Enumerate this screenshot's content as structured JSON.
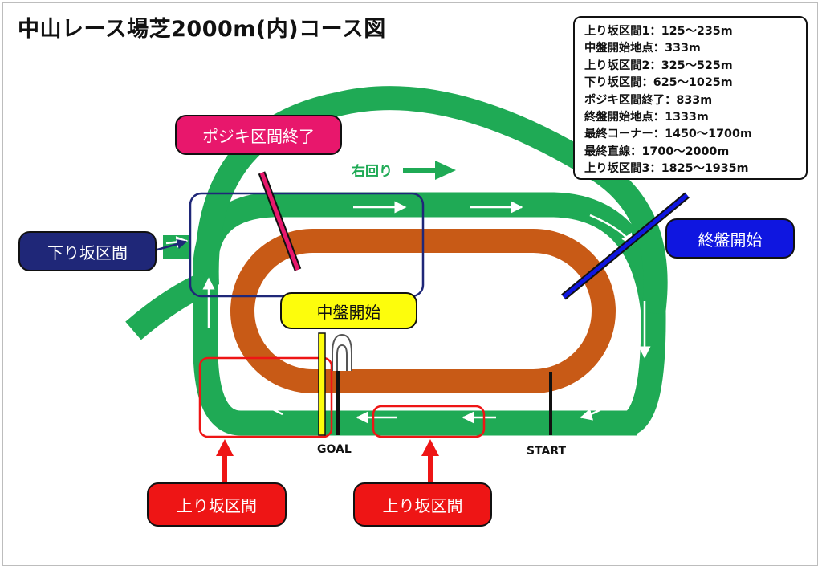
{
  "title": "中山レース場芝2000m(内)コース図",
  "info_lines": [
    "上り坂区間1：125～235m",
    "中盤開始地点：333m",
    "上り坂区間2：325～525m",
    "下り坂区間：625～1025m",
    "ポジキ区間終了：833m",
    "終盤開始地点：1333m",
    "最終コーナー：1450～1700m",
    "最終直線：1700～2000m",
    "上り坂区間3：1825～1935m"
  ],
  "callouts": {
    "pojiki_end": "ポジキ区間終了",
    "downhill": "下り坂区間",
    "late_start": "終盤開始",
    "mid_start": "中盤開始",
    "uphill_1": "上り坂区間",
    "uphill_2": "上り坂区間"
  },
  "track_labels": {
    "goal": "GOAL",
    "start": "START",
    "direction": "右回り"
  },
  "colors": {
    "turf": "#1faa55",
    "dirt": "#c85a16",
    "pojiki": "#e8176c",
    "downhill": "#1f2778",
    "late": "#0f16e0",
    "mid": "#fdfd0c",
    "uphill": "#ee1515"
  }
}
